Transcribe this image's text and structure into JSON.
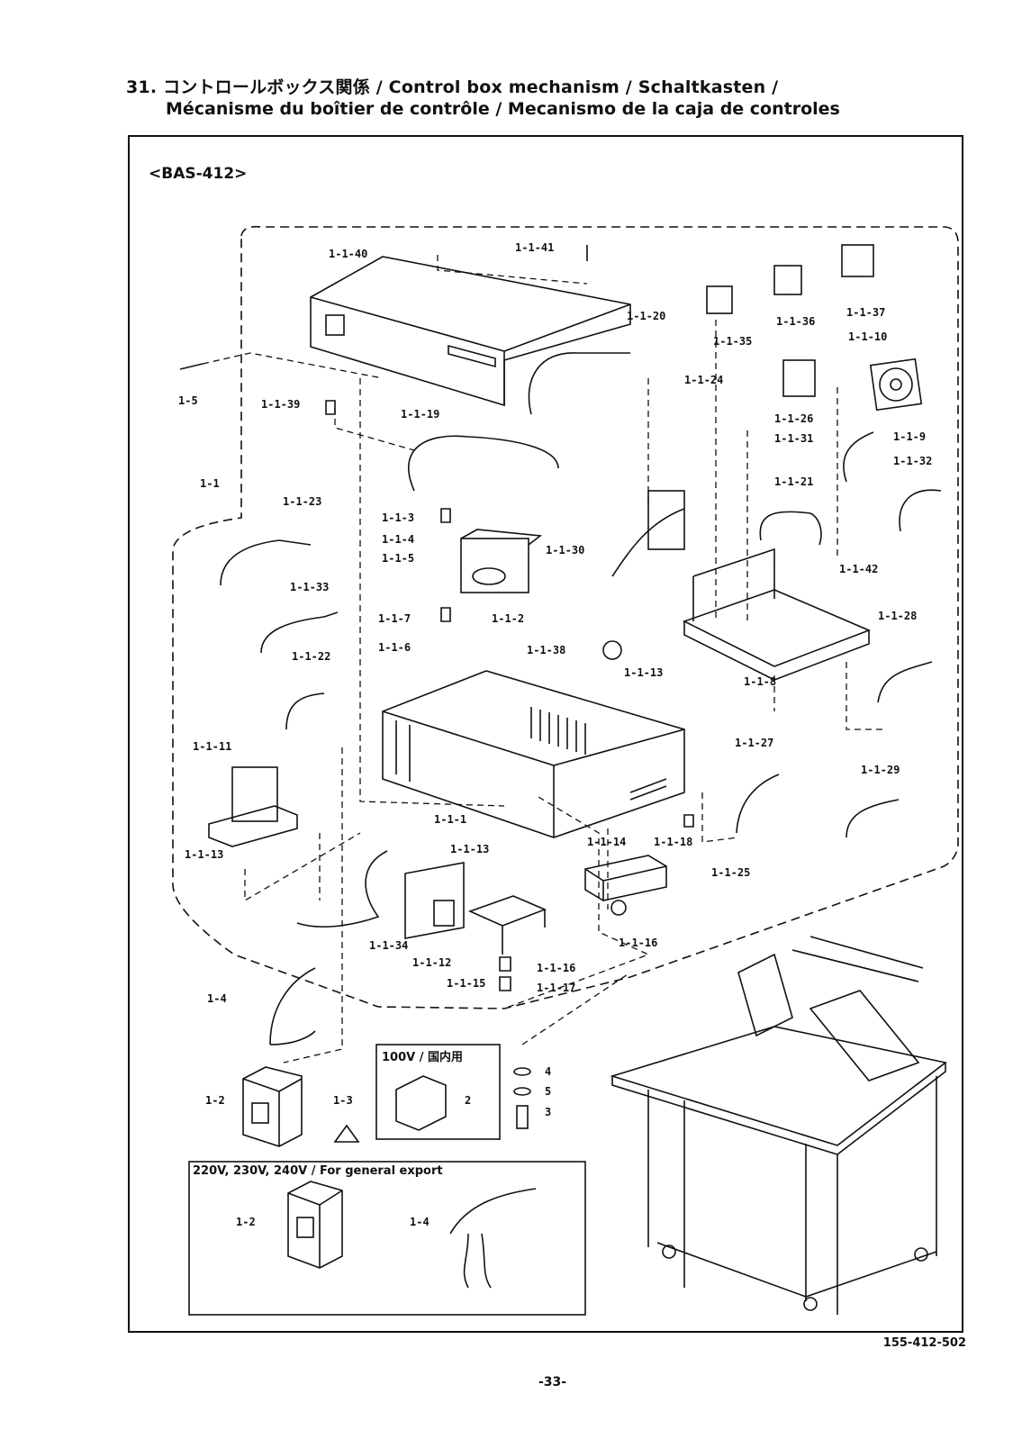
{
  "heading": {
    "line1": "31. コントロールボックス関係 / Control box mechanism / Schaltkasten /",
    "line2": "Mécanisme du boîtier de contrôle / Mecanismo de la caja de controles"
  },
  "model": "<BAS-412>",
  "parts": {
    "p1_1_40": "1-1-40",
    "p1_1_41": "1-1-41",
    "p1_1_20": "1-1-20",
    "p1_1_35": "1-1-35",
    "p1_1_36": "1-1-36",
    "p1_1_37": "1-1-37",
    "p1_1_10": "1-1-10",
    "p1_5": "1-5",
    "p1_1_39": "1-1-39",
    "p1_1_19": "1-1-19",
    "p1_1_24": "1-1-24",
    "p1_1_26": "1-1-26",
    "p1_1_31": "1-1-31",
    "p1_1_9": "1-1-9",
    "p1_1_32": "1-1-32",
    "p1_1": "1-1",
    "p1_1_21": "1-1-21",
    "p1_1_23": "1-1-23",
    "p1_1_3": "1-1-3",
    "p1_1_4": "1-1-4",
    "p1_1_5": "1-1-5",
    "p1_1_30": "1-1-30",
    "p1_1_42": "1-1-42",
    "p1_1_33": "1-1-33",
    "p1_1_7": "1-1-7",
    "p1_1_2": "1-1-2",
    "p1_1_28": "1-1-28",
    "p1_1_6": "1-1-6",
    "p1_1_38": "1-1-38",
    "p1_1_22": "1-1-22",
    "p1_1_13a": "1-1-13",
    "p1_1_8": "1-1-8",
    "p1_1_11": "1-1-11",
    "p1_1_27": "1-1-27",
    "p1_1_29": "1-1-29",
    "p1_1_1": "1-1-1",
    "p1_1_13b": "1-1-13",
    "p1_1_14": "1-1-14",
    "p1_1_18": "1-1-18",
    "p1_1_13c": "1-1-13",
    "p1_1_25": "1-1-25",
    "p1_1_34": "1-1-34",
    "p1_1_12": "1-1-12",
    "p1_1_16a": "1-1-16",
    "p1_1_16b": "1-1-16",
    "p1_1_15": "1-1-15",
    "p1_1_17": "1-1-17",
    "p1_4": "1-4",
    "p1_2": "1-2",
    "p1_3": "1-3",
    "p4": "4",
    "p5": "5",
    "p3": "3",
    "p2": "2",
    "p1_2b": "1-2",
    "p1_4b": "1-4"
  },
  "domestic_box": {
    "title": "100V / 国内用"
  },
  "export_box": {
    "title": "220V, 230V, 240V / For general export"
  },
  "footer": {
    "code": "155-412-502",
    "page": "-33-"
  }
}
